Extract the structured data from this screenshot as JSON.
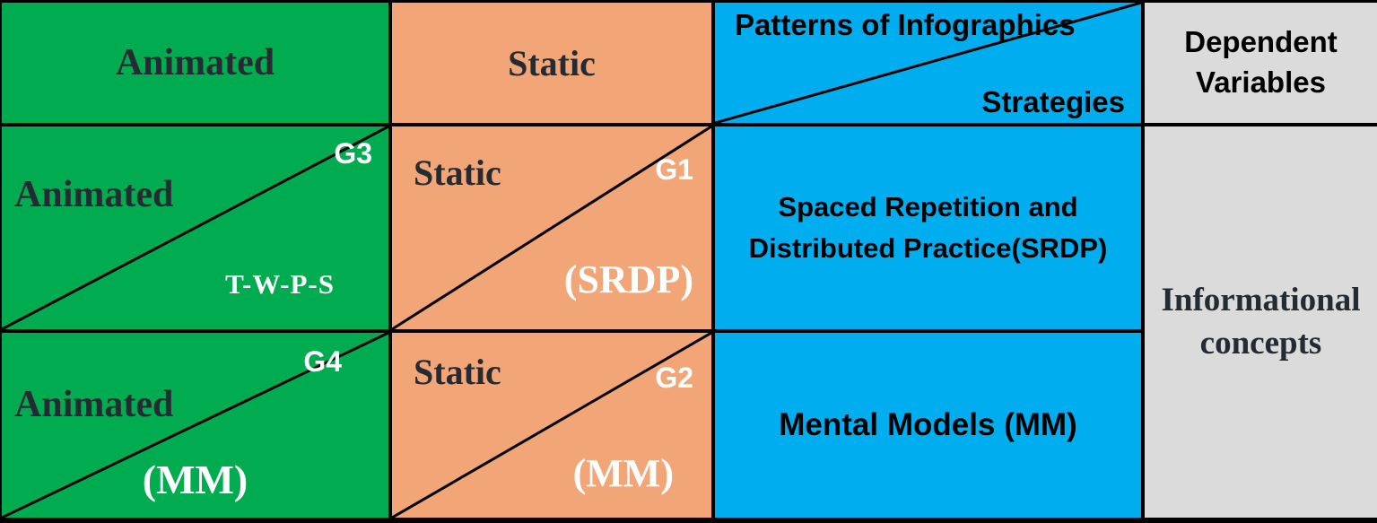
{
  "colors": {
    "animated_green": "#00AC4F",
    "static_orange": "#F2A678",
    "strategy_blue": "#00AEEF",
    "dependent_gray": "#DBDBDB",
    "grid_line": "#000000",
    "dark_text": "#242B33",
    "white_text": "#FFFFFF"
  },
  "header": {
    "animated": "Animated",
    "static": "Static",
    "patterns": "Patterns of Infographics",
    "strategies": "Strategies",
    "dependent_variables": "Dependent Variables"
  },
  "rows": {
    "srdp": {
      "animated": {
        "label": "Animated",
        "group": "G3",
        "pattern": "T-W-P-S"
      },
      "static": {
        "label": "Static",
        "group": "G1",
        "pattern": "(SRDP)"
      },
      "strategy": "Spaced Repetition and Distributed Practice(SRDP)"
    },
    "mm": {
      "animated": {
        "label": "Animated",
        "group": "G4",
        "pattern": "(MM)"
      },
      "static": {
        "label": "Static",
        "group": "G2",
        "pattern": "(MM)"
      },
      "strategy": "Mental Models (MM)"
    }
  },
  "dependent_variables": {
    "value": "Informational concepts"
  }
}
